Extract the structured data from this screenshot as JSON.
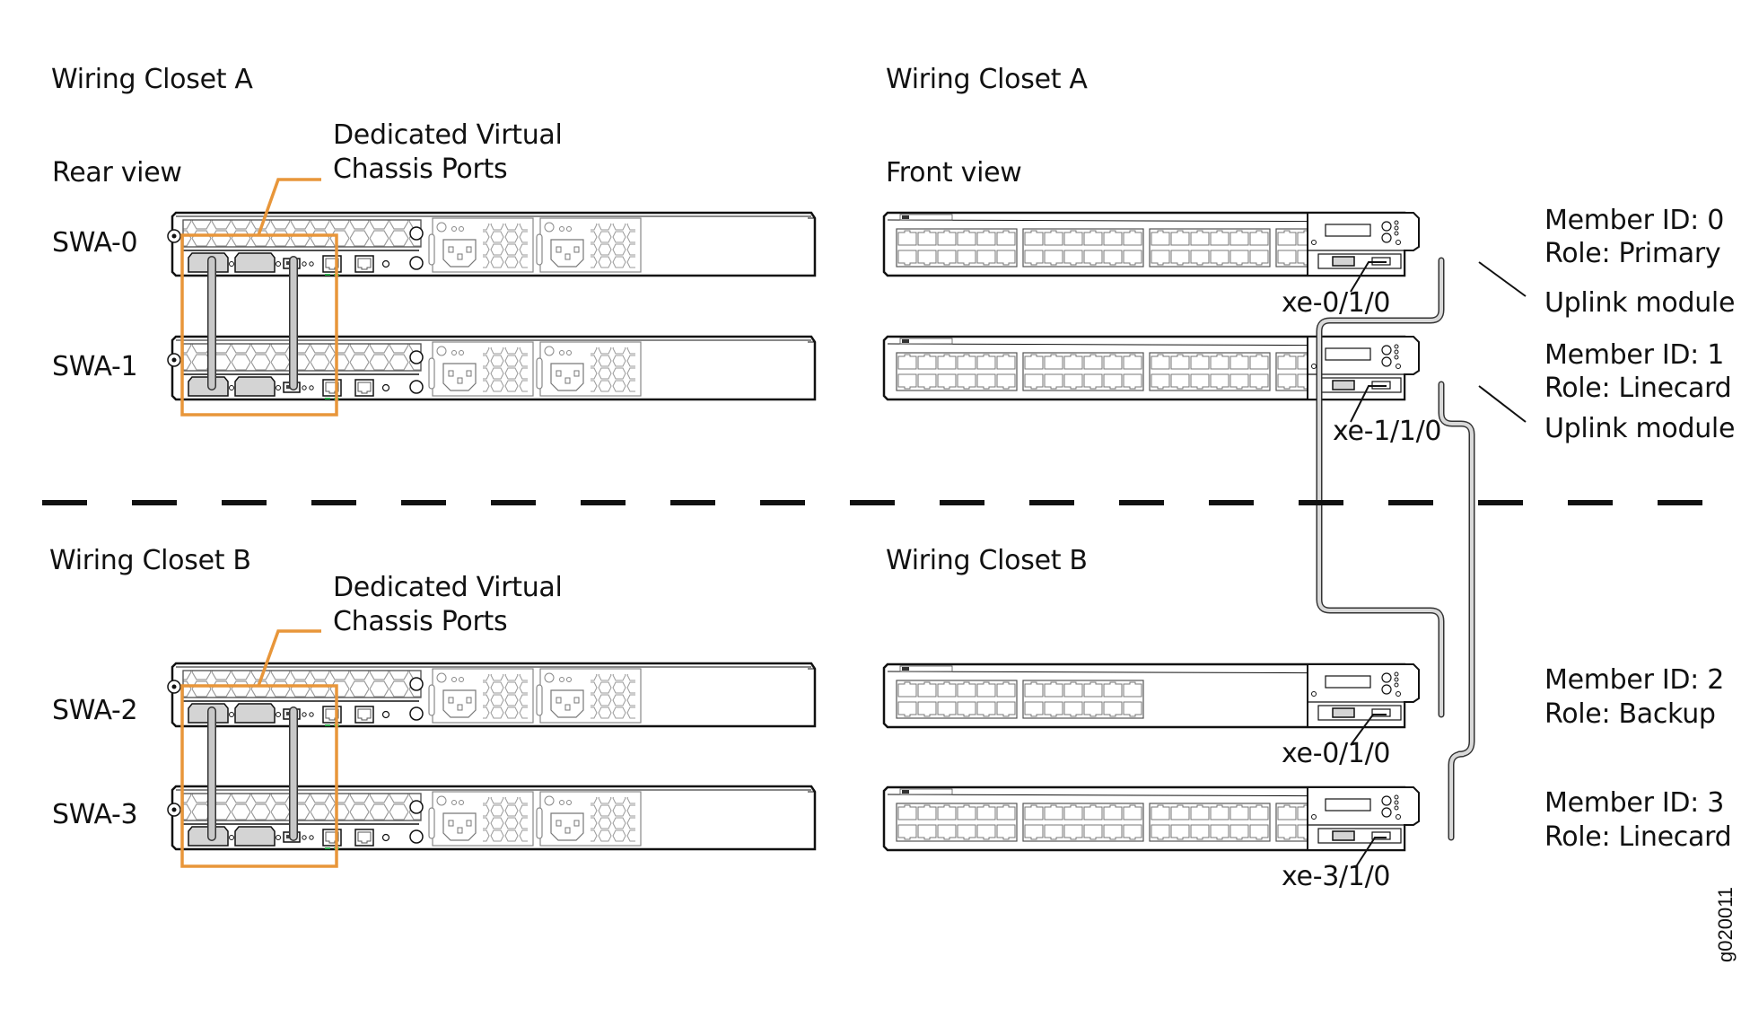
{
  "left": {
    "closet_a_title": "Wiring Closet A",
    "closet_a_view": "Rear view",
    "closet_b_title": "Wiring Closet B",
    "vc_ports_callout": [
      "Dedicated Virtual",
      "Chassis Ports"
    ],
    "switches": [
      {
        "name": "SWA-0"
      },
      {
        "name": "SWA-1"
      },
      {
        "name": "SWA-2"
      },
      {
        "name": "SWA-3"
      }
    ]
  },
  "right": {
    "closet_a_title": "Wiring Closet A",
    "closet_a_view": "Front view",
    "closet_b_title": "Wiring Closet B",
    "members": [
      {
        "member_id": "Member ID: 0",
        "role": "Role: Primary",
        "uplink_label": "Uplink module",
        "port": "xe-0/1/0",
        "ports": 48
      },
      {
        "member_id": "Member ID: 1",
        "role": "Role: Linecard",
        "uplink_label": "Uplink module",
        "port": "xe-1/1/0",
        "ports": 48
      },
      {
        "member_id": "Member ID: 2",
        "role": "Role: Backup",
        "uplink_label": "",
        "port": "xe-0/1/0",
        "ports": 24
      },
      {
        "member_id": "Member ID: 3",
        "role": "Role: Linecard",
        "uplink_label": "",
        "port": "xe-3/1/0",
        "ports": 48
      }
    ],
    "cables": [
      {
        "from": "Member ID: 0 xe-0/1/0",
        "to": "Member ID: 2 xe-0/1/0"
      },
      {
        "from": "Member ID: 1 xe-1/1/0",
        "to": "Member ID: 3 xe-3/1/0"
      }
    ]
  },
  "figure_id": "g020011",
  "colors": {
    "callout_orange": "#E8963A",
    "led_green": "#2BA84A",
    "cable_fill": "#D9D9D9",
    "line": "#111111"
  }
}
